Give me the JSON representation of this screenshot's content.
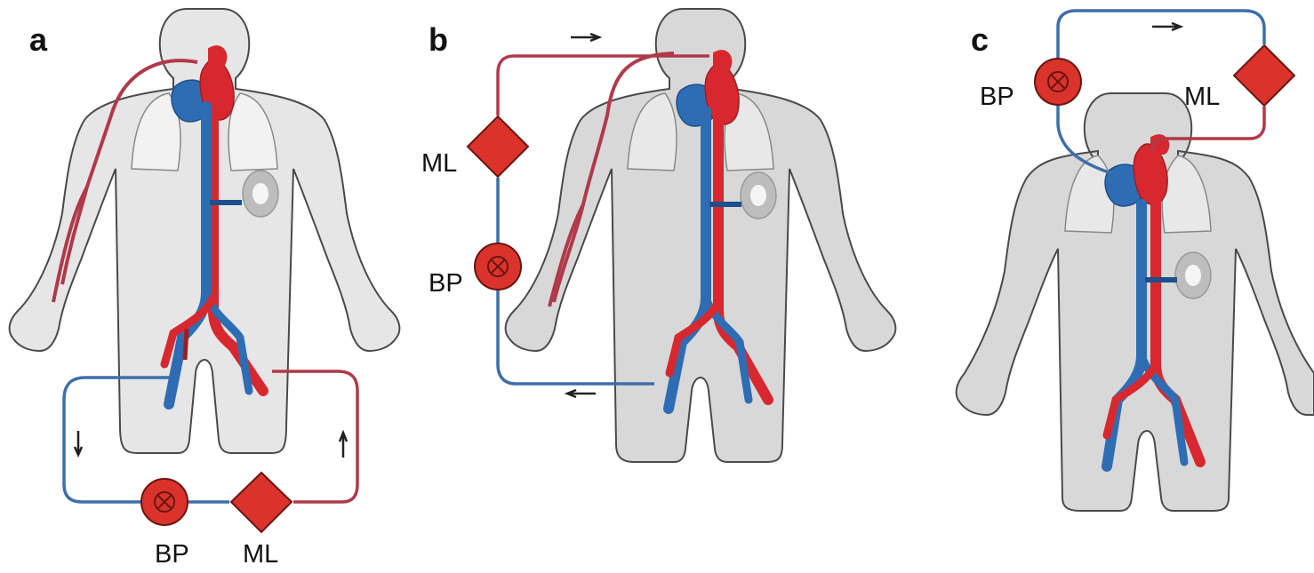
{
  "panels": [
    {
      "letter": "a",
      "pump_label": "BP",
      "lung_label": "ML"
    },
    {
      "letter": "b",
      "pump_label": "BP",
      "lung_label": "ML"
    },
    {
      "letter": "c",
      "pump_label": "BP",
      "lung_label": "ML"
    }
  ],
  "colors": {
    "body_fill": "#d8d8d8",
    "body_fill_light": "#e6e6e6",
    "body_stroke": "#4a4a4a",
    "lung_fill": "#f2f2f2",
    "artery": "#d7282f",
    "artery_dark": "#a01c22",
    "vein": "#2e6db4",
    "vein_dark": "#1d4f8a",
    "circuit_red": "#b0394a",
    "circuit_blue": "#3f6ea8",
    "device_fill": "#d9332b",
    "device_stroke": "#6b1410"
  }
}
